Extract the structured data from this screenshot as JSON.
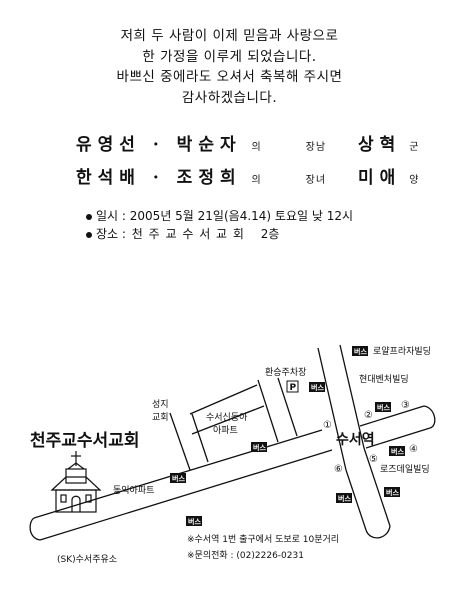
{
  "invitation": {
    "lines": [
      "저희 두 사람이 이제 믿음과 사랑으로",
      "한 가정을 이루게 되었습니다.",
      "바쁘신 중에라도 오셔서 축복해 주시면",
      "감사하겠습니다."
    ]
  },
  "groom": {
    "parents": "유영선 · 박순자",
    "relation_of": "의",
    "rank": "장남",
    "name": "상혁",
    "suffix": "군"
  },
  "bride": {
    "parents": "한석배 · 조정희",
    "relation_of": "의",
    "rank": "장녀",
    "name": "미애",
    "suffix": "양"
  },
  "details": {
    "date_label": "일시 :",
    "date_value": "2005년 5월 21일(음4.14) 토요일 낮 12시",
    "place_label": "장소 :",
    "place_value": "천 주 교 수 서 교 회",
    "place_floor": "2층"
  },
  "map": {
    "church_title": "천주교수서교회",
    "station": "수서역",
    "bus_label": "버스",
    "parking_symbol": "P",
    "labels": {
      "royal_plaza": "로얄프라자빌딩",
      "transfer_parking": "환승주차장",
      "hyundai_venture": "현대벤처빌딩",
      "seongji_1": "성지",
      "seongji_2": "교회",
      "suseo_sindonga_1": "수서신동아",
      "suseo_sindonga_2": "아파트",
      "dongik_apt": "동익아파트",
      "rose_dale": "로즈데일빌딩",
      "sk_station": "(SK)수서주유소"
    },
    "exits": [
      "①",
      "②",
      "③",
      "④",
      "⑤",
      "⑥"
    ],
    "note_walk": "※수서역 1번 출구에서 도보로 10분거리",
    "note_phone": "※문의전화 : (02)2226-0231"
  }
}
